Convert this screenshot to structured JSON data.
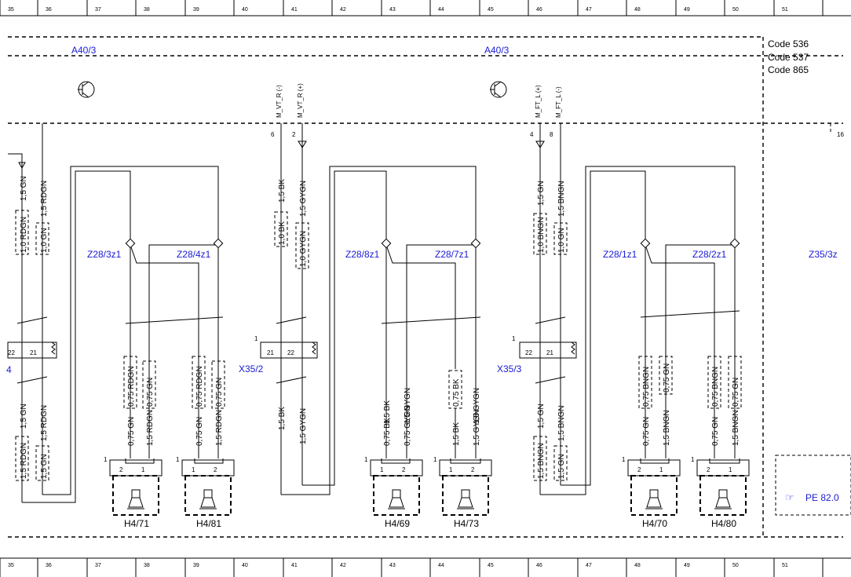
{
  "ruler": [
    "35",
    "36",
    "37",
    "38",
    "39",
    "40",
    "41",
    "42",
    "43",
    "44",
    "45",
    "46",
    "47",
    "48",
    "49",
    "50",
    "51"
  ],
  "modules": [
    "A40/3",
    "A40/3"
  ],
  "codes": [
    "Code 536",
    "Code 537",
    "Code 865"
  ],
  "signals": [
    "M_VT_R (-)",
    "M_VT_R (+)",
    "M_FT_L (+)",
    "M_FT_L (-)"
  ],
  "connector_pins": [
    "6",
    "2",
    "4",
    "8",
    "16"
  ],
  "splices": [
    "Z28/3z1",
    "Z28/4z1",
    "Z28/8z1",
    "Z28/7z1",
    "Z28/1z1",
    "Z28/2z1",
    "Z35/3z"
  ],
  "connectors": [
    "X35/2",
    "X35/3"
  ],
  "speakers": [
    "H4/71",
    "H4/81",
    "H4/69",
    "H4/73",
    "H4/70",
    "H4/80"
  ],
  "reference": "PE 82.0",
  "pins": {
    "p1": "1",
    "p2": "2",
    "p21": "21",
    "p22": "22"
  },
  "wires": [
    "1,5 GN",
    "1,5 RDGN",
    "1,0 RDGN",
    "1,0 GN",
    "1,5 BK",
    "1,5 GYGN",
    "1,0 BK",
    "1,0 GYGN",
    "1,5 BNGN",
    "1,0 BNGN",
    "0,75 RDGN",
    "0,75 GN",
    "0,75 BK",
    "0,75 GYGN",
    "0,75 BNGN",
    "1,5 RDGN",
    "1,5 GN",
    "1,5 BNGN"
  ]
}
